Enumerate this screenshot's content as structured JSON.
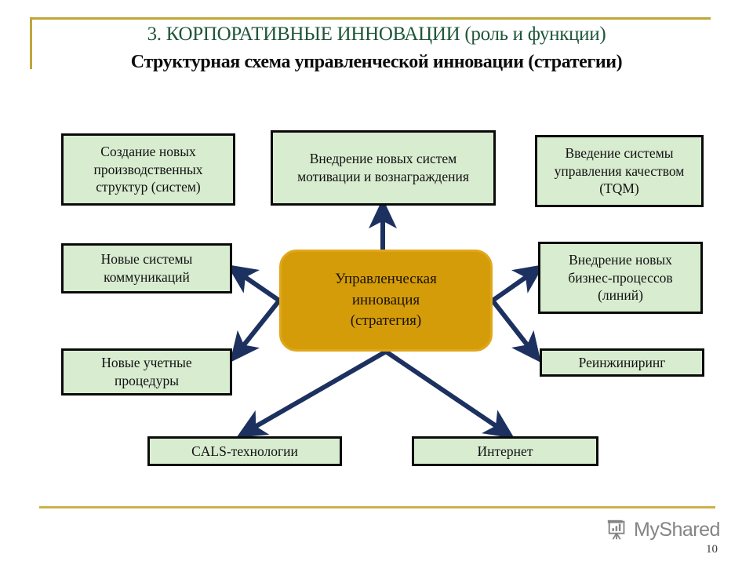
{
  "slide": {
    "title_line1": "3. КОРПОРАТИВНЫЕ ИННОВАЦИИ (роль и функции)",
    "title_line2": "Структурная схема управленческой инновации (стратегии)",
    "page_number": "10",
    "accent_color": "#bfa63a",
    "title_color": "#1f5638",
    "node_fill": "#d8ecd0",
    "node_border": "#0a0a0a",
    "center_fill": "#d49c09",
    "center_border": "#e0a71b",
    "arrow_color": "#1c3160"
  },
  "diagram": {
    "center": {
      "label": "Управленческая\nинновация\n(стратегия)",
      "line1": "Управленческая",
      "line2": "инновация",
      "line3": "(стратегия)"
    },
    "nodes": [
      {
        "id": "prod",
        "label": "Создание новых производственных структур (систем)"
      },
      {
        "id": "motiv",
        "label": "Внедрение новых систем мотивации и вознаграждения"
      },
      {
        "id": "tqm",
        "label": "Введение системы управления качеством (TQM)"
      },
      {
        "id": "comm",
        "label": "Новые системы коммуникаций"
      },
      {
        "id": "bizproc",
        "label": "Внедрение новых бизнес-процессов (линий)"
      },
      {
        "id": "acct",
        "label": "Новые учетные процедуры"
      },
      {
        "id": "reeng",
        "label": "Реинжиниринг"
      },
      {
        "id": "cals",
        "label": "CALS-технологии"
      },
      {
        "id": "inet",
        "label": "Интернет"
      }
    ],
    "edges": [
      {
        "from": "center",
        "to": "motiv",
        "direction": "up"
      },
      {
        "from": "center",
        "to": "comm",
        "direction": "up-left"
      },
      {
        "from": "center",
        "to": "acct",
        "direction": "down-left"
      },
      {
        "from": "center",
        "to": "bizproc",
        "direction": "up-right"
      },
      {
        "from": "center",
        "to": "reeng",
        "direction": "down-right"
      },
      {
        "from": "center",
        "to": "cals",
        "direction": "down-left"
      },
      {
        "from": "center",
        "to": "inet",
        "direction": "down-right"
      }
    ]
  },
  "watermark": {
    "text": "MyShared",
    "icon": "presentation-chart-icon"
  }
}
